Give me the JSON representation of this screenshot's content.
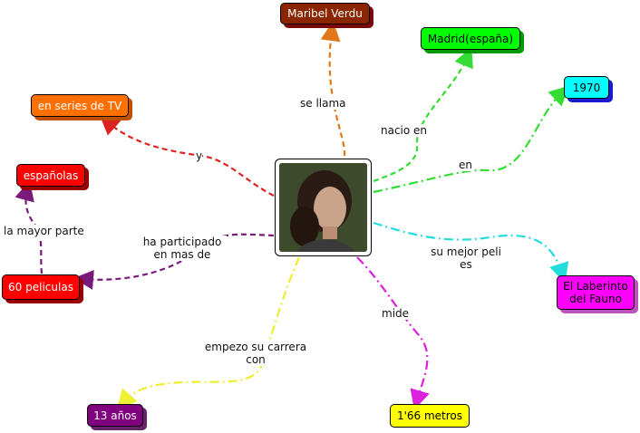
{
  "nodes": {
    "name": "Maribel Verdu",
    "birthplace": "Madrid(españa)",
    "year": "1970",
    "tv": "en series de TV",
    "spanish": "españolas",
    "films": "60 peliculas",
    "best_film": "El Laberinto del Fauno",
    "start_age": "13 años",
    "height": "1'66 metros"
  },
  "links": {
    "se_llama": "se llama",
    "nacio_en": "nacio en",
    "en": "en",
    "y": "y",
    "mayor_parte": "la mayor parte",
    "participado": "ha participado en mas de",
    "mejor_peli": "su mejor peli es",
    "mide": "mide",
    "carrera": "empezo su carrera con"
  },
  "colors": {
    "brown": "#8b2500",
    "green": "#00ff00",
    "cyan": "#00ffff",
    "orange": "#ff7000",
    "red": "#ff0000",
    "magenta": "#ff00ff",
    "purple": "#800080",
    "yellow": "#ffff00",
    "orange_line": "#e07818",
    "green_line": "#33dd33",
    "red_line": "#dd2222",
    "purple_line": "#7a1a7a",
    "cyan_line": "#22dddd",
    "magenta_line": "#dd22dd",
    "yellow_line": "#eeee33"
  }
}
